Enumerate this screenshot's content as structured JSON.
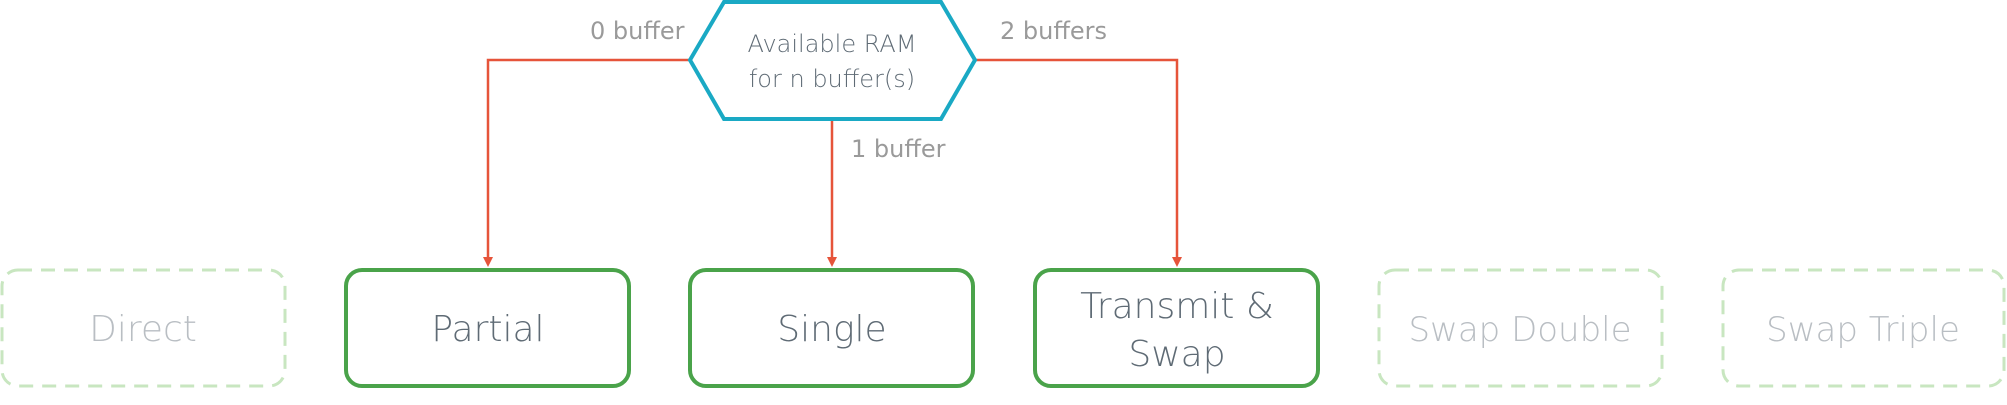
{
  "diagram": {
    "source": {
      "line1": "Available RAM",
      "line2": "for n buffer(s)",
      "stroke": "#1aa9c4"
    },
    "edges": {
      "left_label": "0 buffer",
      "center_label": "1 buffer",
      "right_label": "2 buffers",
      "color": "#e6543a"
    },
    "modes": {
      "direct": "Direct",
      "partial": "Partial",
      "single": "Single",
      "transmit_line1": "Transmit &",
      "transmit_line2": "Swap",
      "swap_double": "Swap Double",
      "swap_triple": "Swap Triple"
    },
    "colors": {
      "active_stroke": "#4aa34a",
      "inactive_stroke": "#c8e6c0",
      "active_text": "#5f6b75",
      "inactive_text": "#b9bec3",
      "source_text": "#5f6b75"
    }
  }
}
